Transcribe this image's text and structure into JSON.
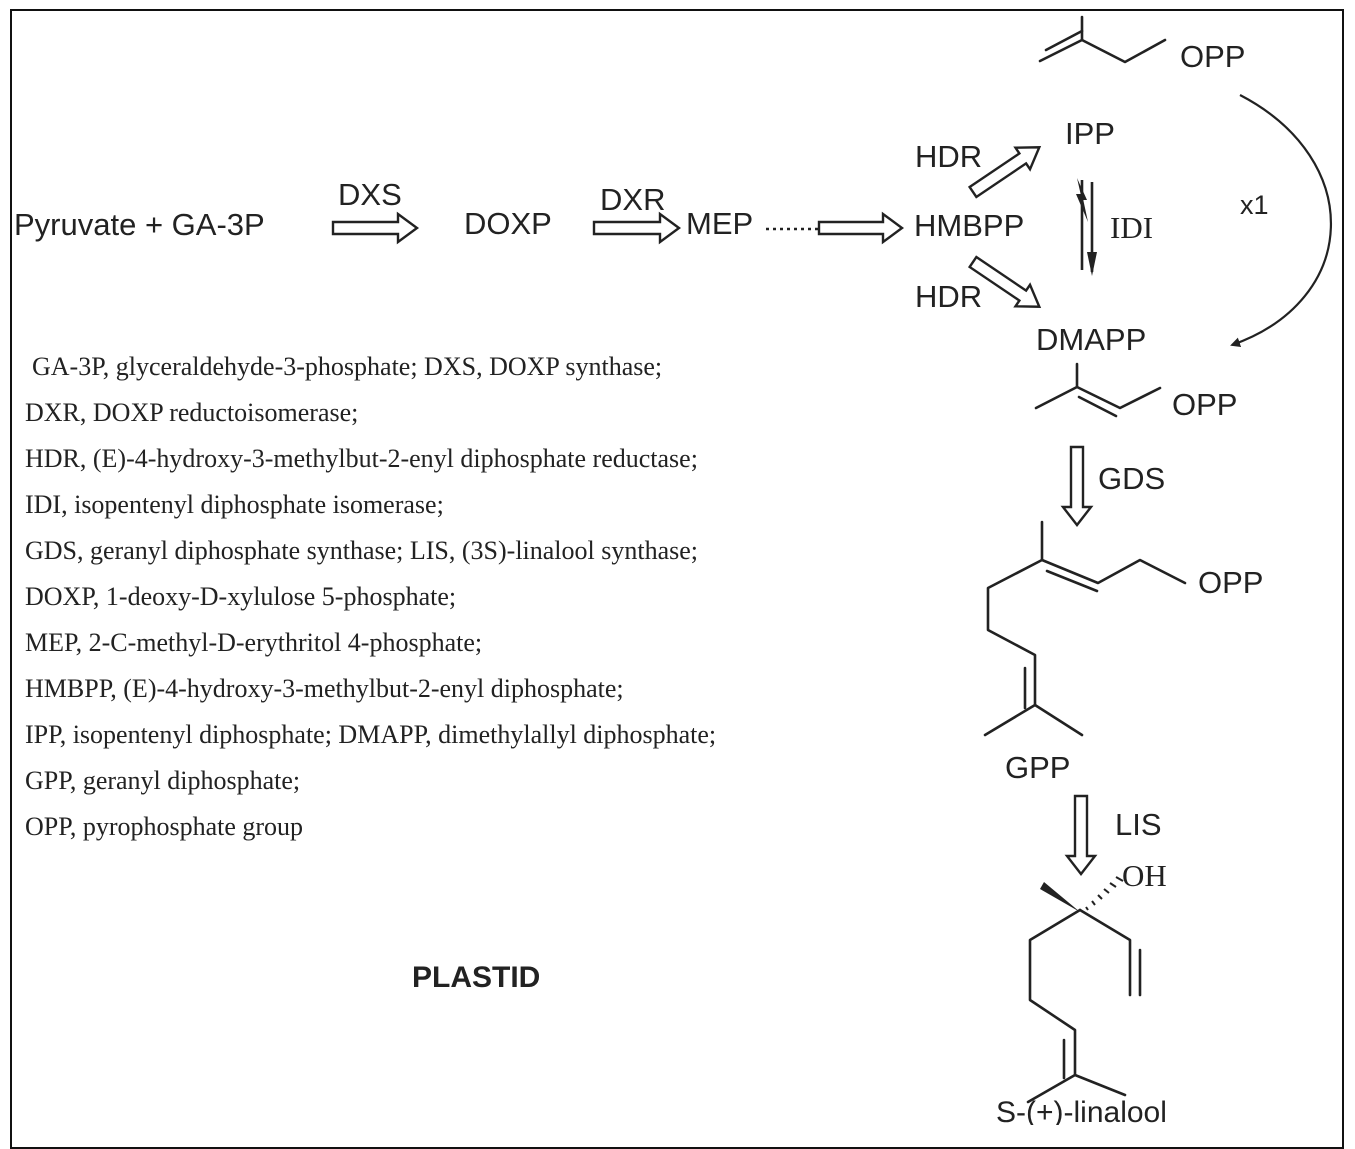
{
  "pathway": {
    "substrate": "Pyruvate + GA-3P",
    "doxp": "DOXP",
    "mep": "MEP",
    "hmbpp": "HMBPP",
    "ipp": "IPP",
    "dmapp": "DMAPP",
    "gpp": "GPP",
    "linalool": "S-(+)-linalool",
    "opp": "OPP",
    "oh": "OH",
    "cycle_label": "x1",
    "compartment": "PLASTID"
  },
  "enzymes": {
    "dxs": "DXS",
    "dxr": "DXR",
    "hdr_top": "HDR",
    "hdr_bottom": "HDR",
    "idi": "IDI",
    "gds": "GDS",
    "lis": "LIS"
  },
  "legend": [
    "GA-3P, glyceraldehyde-3-phosphate; DXS, DOXP synthase;",
    "DXR, DOXP reductoisomerase;",
    "HDR, (E)-4-hydroxy-3-methylbut-2-enyl diphosphate reductase;",
    "IDI, isopentenyl diphosphate isomerase;",
    "GDS, geranyl diphosphate synthase; LIS, (3S)-linalool synthase;",
    "DOXP, 1-deoxy-D-xylulose 5-phosphate;",
    "MEP, 2-C-methyl-D-erythritol 4-phosphate;",
    "HMBPP, (E)-4-hydroxy-3-methylbut-2-enyl diphosphate;",
    "IPP, isopentenyl diphosphate; DMAPP, dimethylallyl diphosphate;",
    "GPP, geranyl diphosphate;",
    "OPP, pyrophosphate group"
  ]
}
